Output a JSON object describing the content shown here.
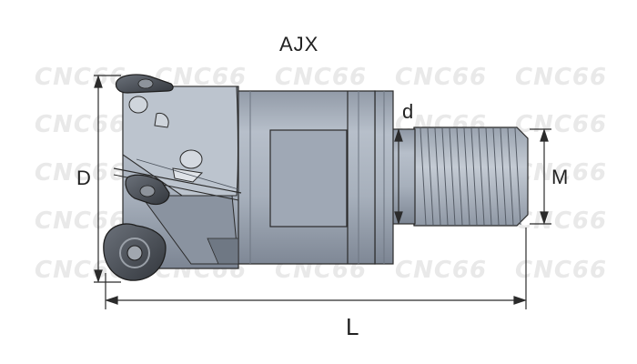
{
  "diagram": {
    "title": "AJX",
    "watermark": "CNC66",
    "dimensions": {
      "diameter_label": "D",
      "bore_label": "d",
      "thread_label": "M",
      "length_label": "L"
    },
    "colors": {
      "body": "#a9b2bf",
      "body_dark": "#7f8896",
      "thread": "#b8c0cb",
      "insert": "#4a4f57",
      "outline": "#2b2b2b"
    }
  }
}
